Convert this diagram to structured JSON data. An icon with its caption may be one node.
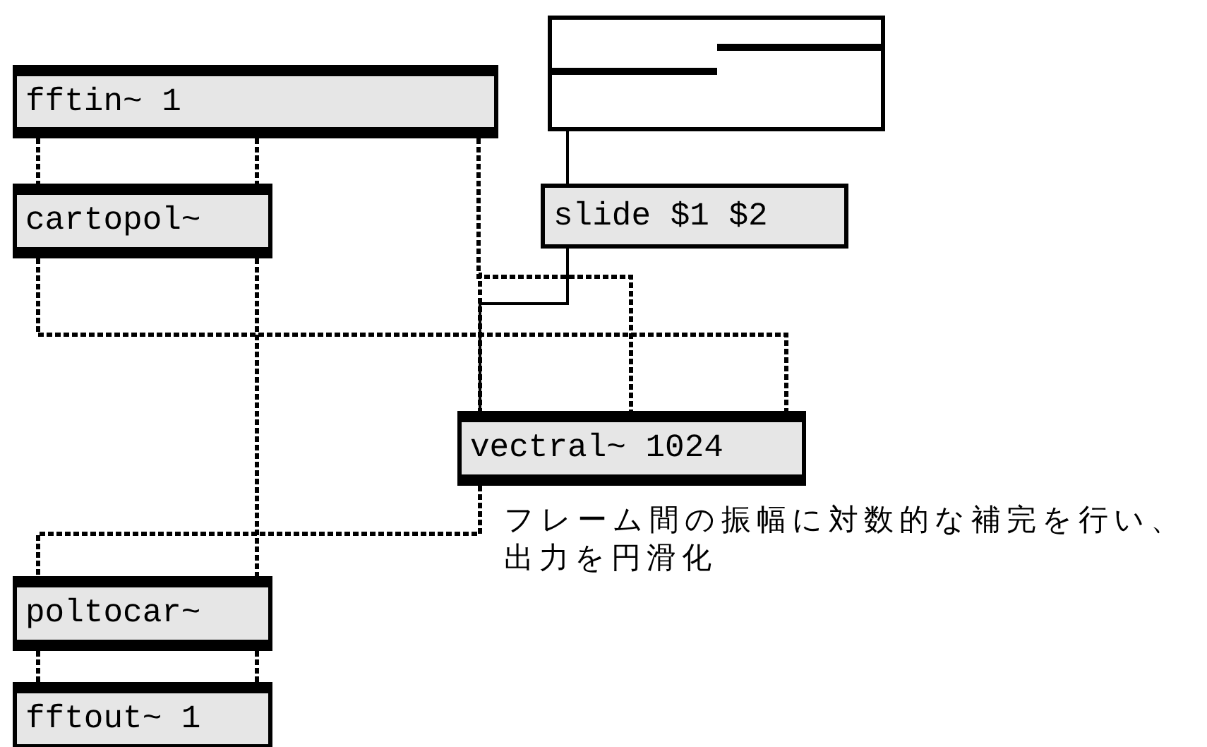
{
  "diagram": {
    "nodes": [
      {
        "text": [],
        "shape": "box"
      },
      {
        "text": [
          "fftin~ 1"
        ]
      },
      {
        "text": [
          "cartopol~"
        ]
      },
      {
        "text": [
          "slide $1 $2"
        ]
      },
      {
        "text": [
          "vectral~ 1024"
        ]
      },
      {
        "text": [
          "poltocar~"
        ]
      },
      {
        "text": [
          "fftout~ 1"
        ]
      }
    ],
    "edges": [
      {
        "from": 1,
        "to": 2,
        "arrow": "none",
        "style": "dashed"
      },
      {
        "from": 1,
        "to": 2,
        "arrow": "none",
        "style": "dashed"
      },
      {
        "from": 1,
        "to": 4,
        "arrow": "none",
        "style": "dashed"
      },
      {
        "from": 1,
        "to": 4,
        "arrow": "none",
        "style": "dashed"
      },
      {
        "from": 2,
        "to": 4,
        "arrow": "none",
        "style": "dashed"
      },
      {
        "from": 2,
        "to": 5,
        "arrow": "none",
        "style": "dashed"
      },
      {
        "from": 0,
        "to": 3,
        "arrow": "none"
      },
      {
        "from": 3,
        "to": 4,
        "arrow": "none"
      },
      {
        "from": 4,
        "to": 5,
        "arrow": "none",
        "style": "dashed"
      },
      {
        "from": 5,
        "to": 6,
        "arrow": "none",
        "style": "dashed"
      },
      {
        "from": 5,
        "to": 6,
        "arrow": "none",
        "style": "dashed"
      }
    ],
    "labels": [
      "フレーム間の振幅に対数的な補完を行い、出力を円滑化"
    ]
  }
}
